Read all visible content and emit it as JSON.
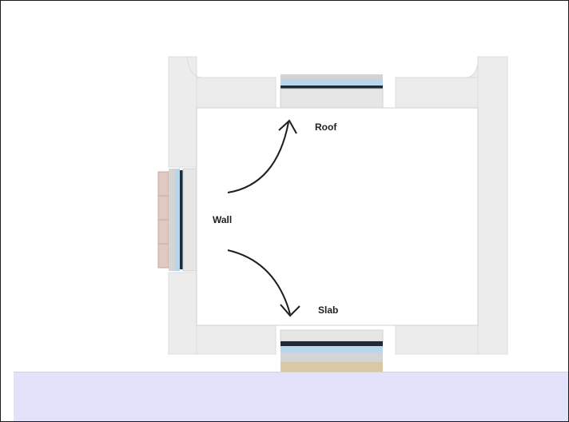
{
  "diagram": {
    "labels": {
      "wall": "Wall",
      "roof": "Roof",
      "slab": "Slab"
    },
    "colors": {
      "frame_border": "#1b1b1b",
      "wall_fill": "#ececec",
      "wall_stroke": "#d8d8d8",
      "layer_dark": "#1f2a36",
      "layer_blue": "#b9d7ea",
      "layer_grey": "#d4d4d4",
      "layer_brick": "#dfc9c0",
      "layer_soil": "#d8c9a4",
      "footer": "#e2e2fb"
    }
  }
}
